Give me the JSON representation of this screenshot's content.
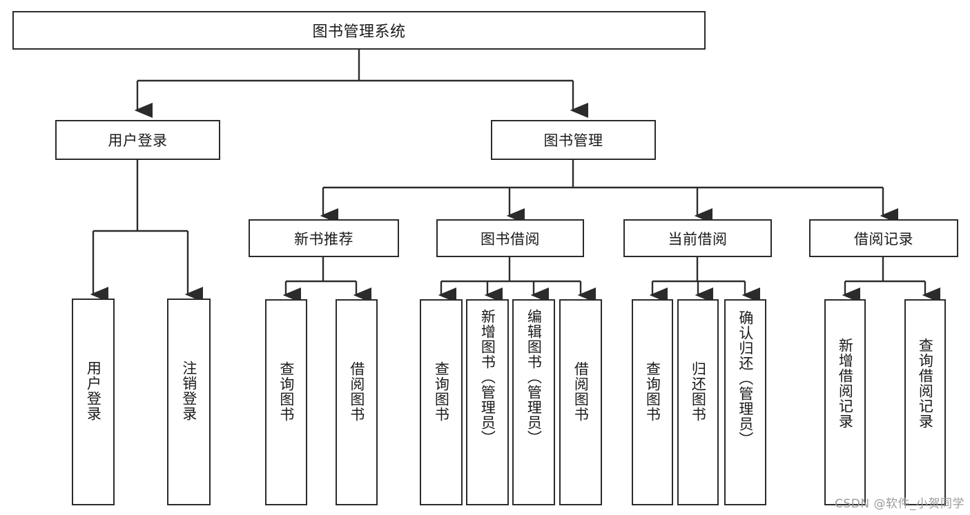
{
  "diagram": {
    "kind": "hierarchy-tree",
    "title": "图书管理系统",
    "colors": {
      "box_border": "#2b2b2b",
      "line": "#2b2b2b",
      "background": "#ffffff",
      "text": "#1a1a1a",
      "watermark": "#9a9a9a"
    },
    "levels": {
      "root": "图书管理系统",
      "level2": [
        "用户登录",
        "图书管理"
      ],
      "level3": [
        "新书推荐",
        "图书借阅",
        "当前借阅",
        "借阅记录"
      ]
    },
    "nodes": {
      "root": "图书管理系统",
      "user_login": "用户登录",
      "book_manage": "图书管理",
      "new_book_rec": "新书推荐",
      "book_borrow": "图书借阅",
      "current_borrow": "当前借阅",
      "borrow_record": "借阅记录",
      "leaf_user_login": "用户登录",
      "leaf_logout_login": "注销登录",
      "leaf_query_book_1": "查询图书",
      "leaf_borrow_book_1": "借阅图书",
      "leaf_query_book_2": "查询图书",
      "leaf_add_book_admin": "新增图书（管理员）",
      "leaf_edit_book_admin": "编辑图书（管理员）",
      "leaf_borrow_book_2": "借阅图书",
      "leaf_query_book_3": "查询图书",
      "leaf_return_book": "归还图书",
      "leaf_confirm_return_admin": "确认归还（管理员）",
      "leaf_add_borrow_record": "新增借阅记录",
      "leaf_query_borrow_record": "查询借阅记录"
    },
    "tree": {
      "label": "图书管理系统",
      "children": [
        {
          "label": "用户登录",
          "children": [
            {
              "label": "用户登录"
            },
            {
              "label": "注销登录"
            }
          ]
        },
        {
          "label": "图书管理",
          "children": [
            {
              "label": "新书推荐",
              "children": [
                {
                  "label": "查询图书"
                },
                {
                  "label": "借阅图书"
                }
              ]
            },
            {
              "label": "图书借阅",
              "children": [
                {
                  "label": "查询图书"
                },
                {
                  "label": "新增图书（管理员）"
                },
                {
                  "label": "编辑图书（管理员）"
                },
                {
                  "label": "借阅图书"
                }
              ]
            },
            {
              "label": "当前借阅",
              "children": [
                {
                  "label": "查询图书"
                },
                {
                  "label": "归还图书"
                },
                {
                  "label": "确认归还（管理员）"
                }
              ]
            },
            {
              "label": "借阅记录",
              "children": [
                {
                  "label": "新增借阅记录"
                },
                {
                  "label": "查询借阅记录"
                }
              ]
            }
          ]
        }
      ]
    }
  },
  "watermark": {
    "text": "CSDN @软件_小贺同学"
  }
}
